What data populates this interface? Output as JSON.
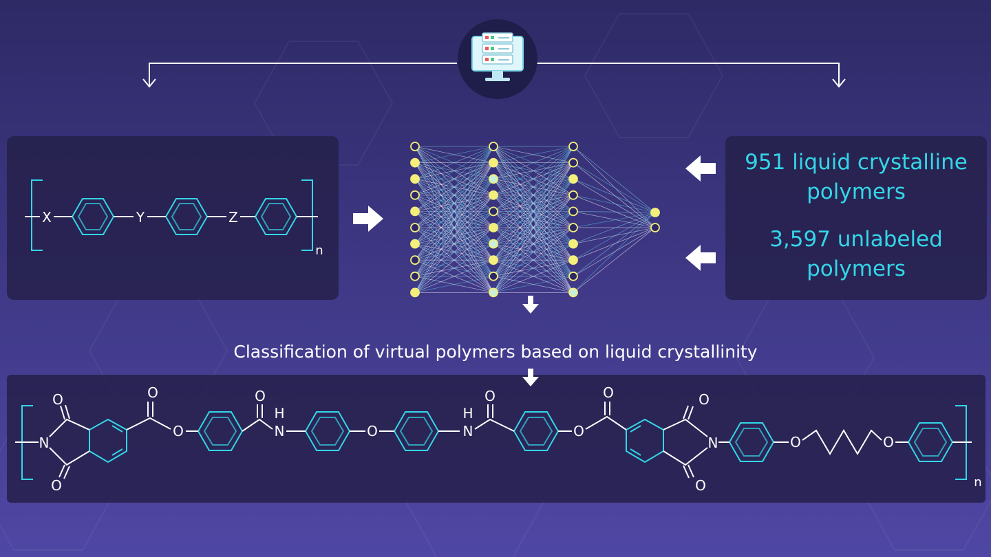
{
  "colors": {
    "background": "#3d3783",
    "panel": "#25214a",
    "cyan": "#34d6e8",
    "node_yellow": "#f4ef7a",
    "node_green": "#c9efd6",
    "white": "#ffffff"
  },
  "icons": {
    "server": "server-monitor-icon"
  },
  "input_structure": {
    "substituents": [
      "X",
      "Y",
      "Z"
    ],
    "repeat": "n"
  },
  "dataset": {
    "labeled": "951 liquid crystalline polymers",
    "unlabeled": "3,597 unlabeled polymers"
  },
  "caption": "Classification of virtual polymers based on liquid crystallinity",
  "output_structure": {
    "atoms": {
      "oxygen": "O",
      "nitrogen": "N",
      "hydrogen": "H"
    },
    "repeat": "n"
  }
}
